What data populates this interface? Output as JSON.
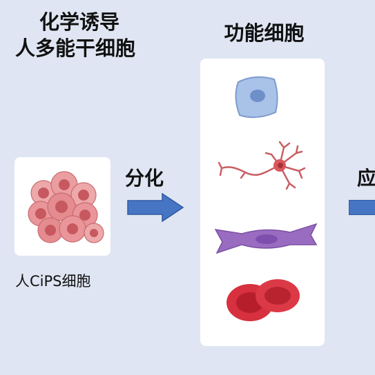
{
  "left": {
    "title_line1": "化学诱导",
    "title_line2": "人多能干细胞",
    "cell_caption": "人CiPS细胞"
  },
  "arrow1": {
    "label": "分化"
  },
  "middle": {
    "title": "功能细胞"
  },
  "arrow2": {
    "label": "应"
  },
  "colors": {
    "background": "#dfe5f2",
    "arrow": "#4675c4",
    "card": "#ffffff",
    "ips_cells": "#e0878b",
    "hepatocyte": "#a9c2e8",
    "neuron": "#c95e62",
    "muscle": "#9a6cc1",
    "rbc": "#d7303f"
  },
  "icons": [
    "ips-cell-cluster-icon",
    "hepatocyte-icon",
    "neuron-icon",
    "muscle-cell-icon",
    "red-blood-cell-icon"
  ]
}
